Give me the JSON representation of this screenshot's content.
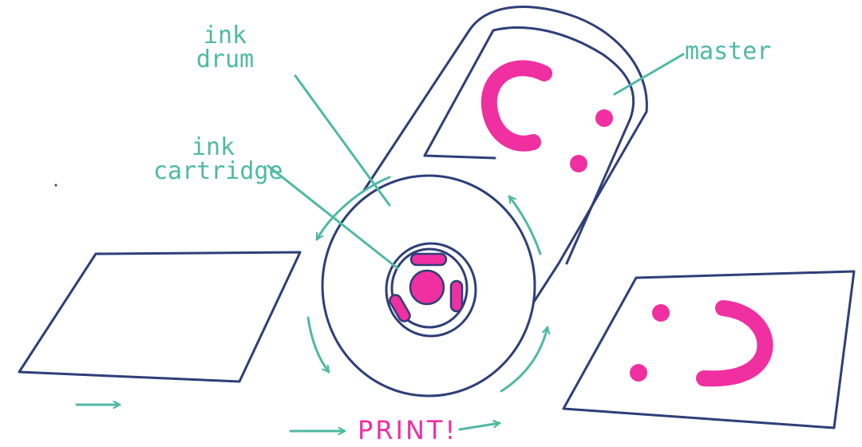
{
  "colors": {
    "outline": "#2E3F79",
    "ink": "#F02FA0",
    "annotation": "#4FB9A5",
    "background": "#FFFFFF"
  },
  "labels": {
    "ink_drum_line1": "ink",
    "ink_drum_line2": "drum",
    "ink_cartridge_line1": "ink",
    "ink_cartridge_line2": "cartridge",
    "master": "master",
    "print": "PRINT!"
  }
}
